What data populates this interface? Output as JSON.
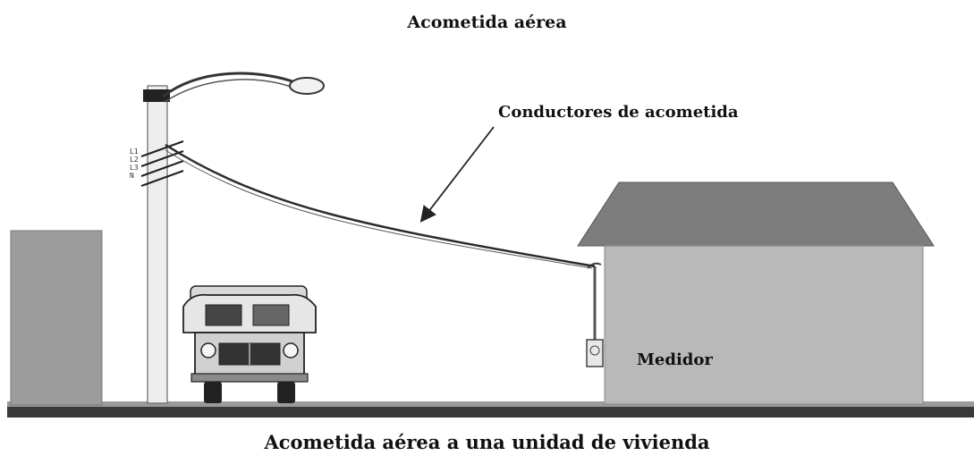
{
  "title": "Acometida aérea",
  "labels": {
    "conductors": "Conductores de acometida",
    "meter": "Medidor"
  },
  "pole_phase_marks": [
    "L1",
    "L2",
    "L3",
    "N"
  ],
  "caption": "Acometida aérea a una unidad de vivienda",
  "colors": {
    "ground": "#3a3a3a",
    "building_fill": "#b9b9b9",
    "roof_fill": "#7d7d7d",
    "left_building_fill": "#9c9c9c",
    "pole_fill": "#eeeeee",
    "line": "#2b2b2b"
  }
}
